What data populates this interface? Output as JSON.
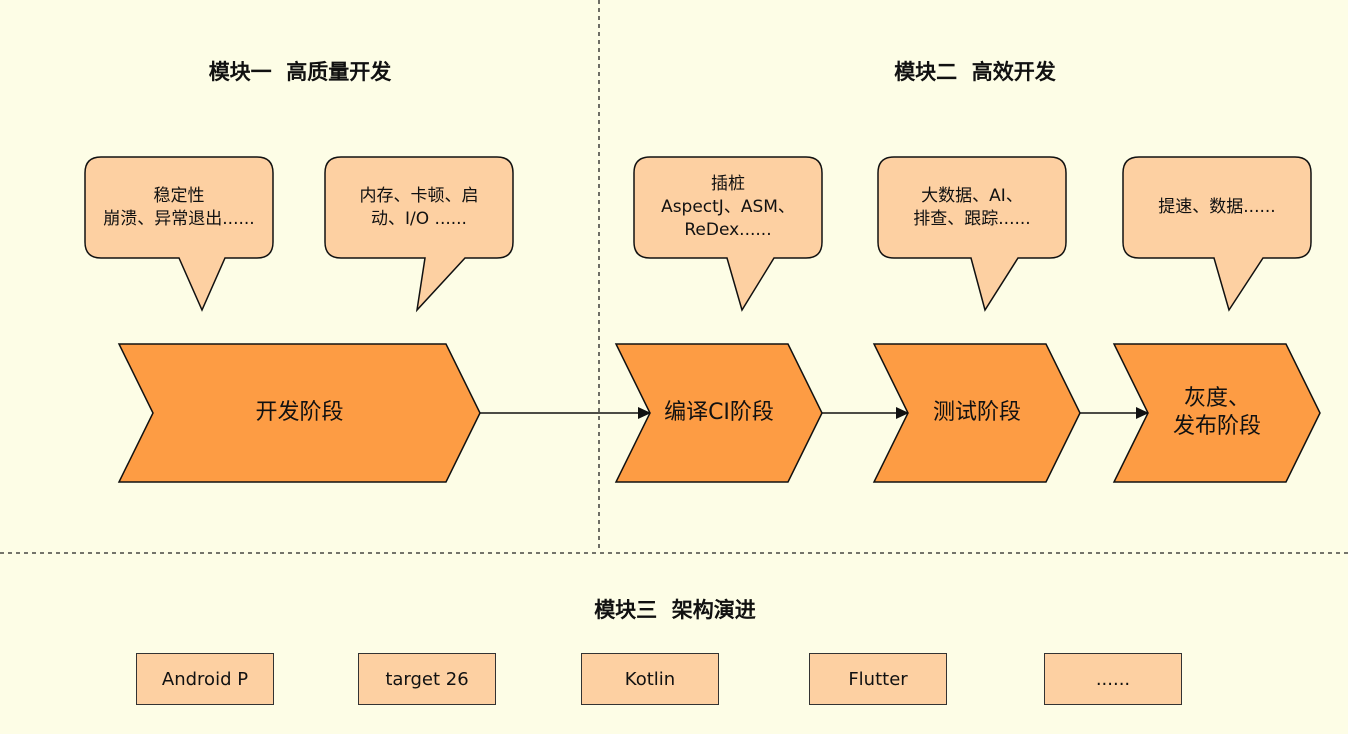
{
  "colors": {
    "background": "#fdfde6",
    "bubble_fill": "#fdd0a2",
    "chevron_fill": "#fd9c44",
    "stroke": "#111111"
  },
  "modules": [
    {
      "title": "模块一  高质量开发"
    },
    {
      "title": "模块二  高效开发"
    },
    {
      "title": "模块三  架构演进"
    }
  ],
  "bubbles": [
    {
      "text": "稳定性\n崩溃、异常退出......"
    },
    {
      "text": "内存、卡顿、启\n动、I/O ......"
    },
    {
      "text": "插桩\nAspectJ、ASM、\nReDex......"
    },
    {
      "text": "大数据、AI、\n排查、跟踪......"
    },
    {
      "text": "提速、数据......"
    }
  ],
  "stages": [
    {
      "label": "开发阶段"
    },
    {
      "label": "编译CI阶段"
    },
    {
      "label": "测试阶段"
    },
    {
      "label": "灰度、\n发布阶段"
    }
  ],
  "architecture_items": [
    {
      "label": "Android P"
    },
    {
      "label": "target 26"
    },
    {
      "label": "Kotlin"
    },
    {
      "label": "Flutter"
    },
    {
      "label": "......"
    }
  ]
}
